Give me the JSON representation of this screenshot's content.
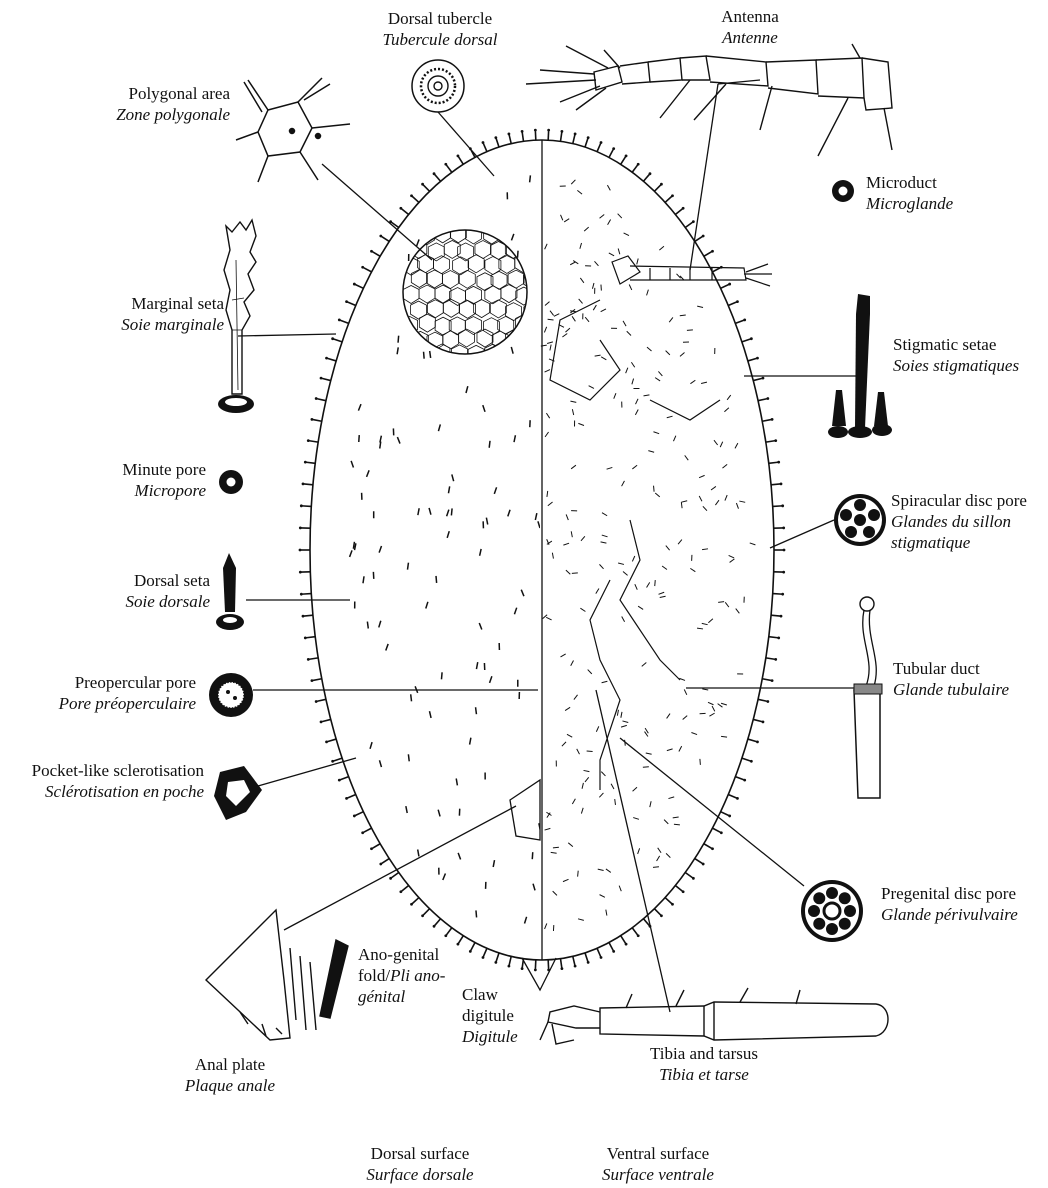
{
  "labels": {
    "dorsal_tubercle": {
      "en": "Dorsal tubercle",
      "fr": "Tubercule dorsal"
    },
    "antenna": {
      "en": "Antenna",
      "fr": "Antenne"
    },
    "polygonal_area": {
      "en": "Polygonal area",
      "fr": "Zone polygonale"
    },
    "microduct": {
      "en": "Microduct",
      "fr": "Microglande"
    },
    "marginal_seta": {
      "en": "Marginal seta",
      "fr": "Soie marginale"
    },
    "stigmatic_setae": {
      "en": "Stigmatic setae",
      "fr": "Soies stigmatiques"
    },
    "minute_pore": {
      "en": "Minute pore",
      "fr": "Micropore"
    },
    "spiracular_disc_pore": {
      "en": "Spiracular disc pore",
      "fr1": "Glandes du sillon",
      "fr2": "stigmatique"
    },
    "dorsal_seta": {
      "en": "Dorsal seta",
      "fr": "Soie dorsale"
    },
    "tubular_duct": {
      "en": "Tubular duct",
      "fr": "Glande tubulaire"
    },
    "preopercular_pore": {
      "en": "Preopercular pore",
      "fr": "Pore préoperculaire"
    },
    "pocket_sclerotisation": {
      "en": "Pocket-like sclerotisation",
      "fr": "Sclérotisation en poche"
    },
    "pregenital_disc_pore": {
      "en": "Pregenital disc pore",
      "fr": "Glande périvulvaire"
    },
    "ano_genital_fold": {
      "l1": "Ano-genital",
      "l2": "fold/",
      "l2_it": "Pli ano-",
      "l3": "génital"
    },
    "claw_digitule": {
      "l1": "Claw",
      "l2": "digitule",
      "fr": "Digitule"
    },
    "anal_plate": {
      "en": "Anal plate",
      "fr": "Plaque anale"
    },
    "tibia_tarsus": {
      "en": "Tibia and tarsus",
      "fr": "Tibia et tarse"
    },
    "dorsal_surface": {
      "en": "Dorsal surface",
      "fr": "Surface dorsale"
    },
    "ventral_surface": {
      "en": "Ventral surface",
      "fr": "Surface ventrale"
    }
  }
}
